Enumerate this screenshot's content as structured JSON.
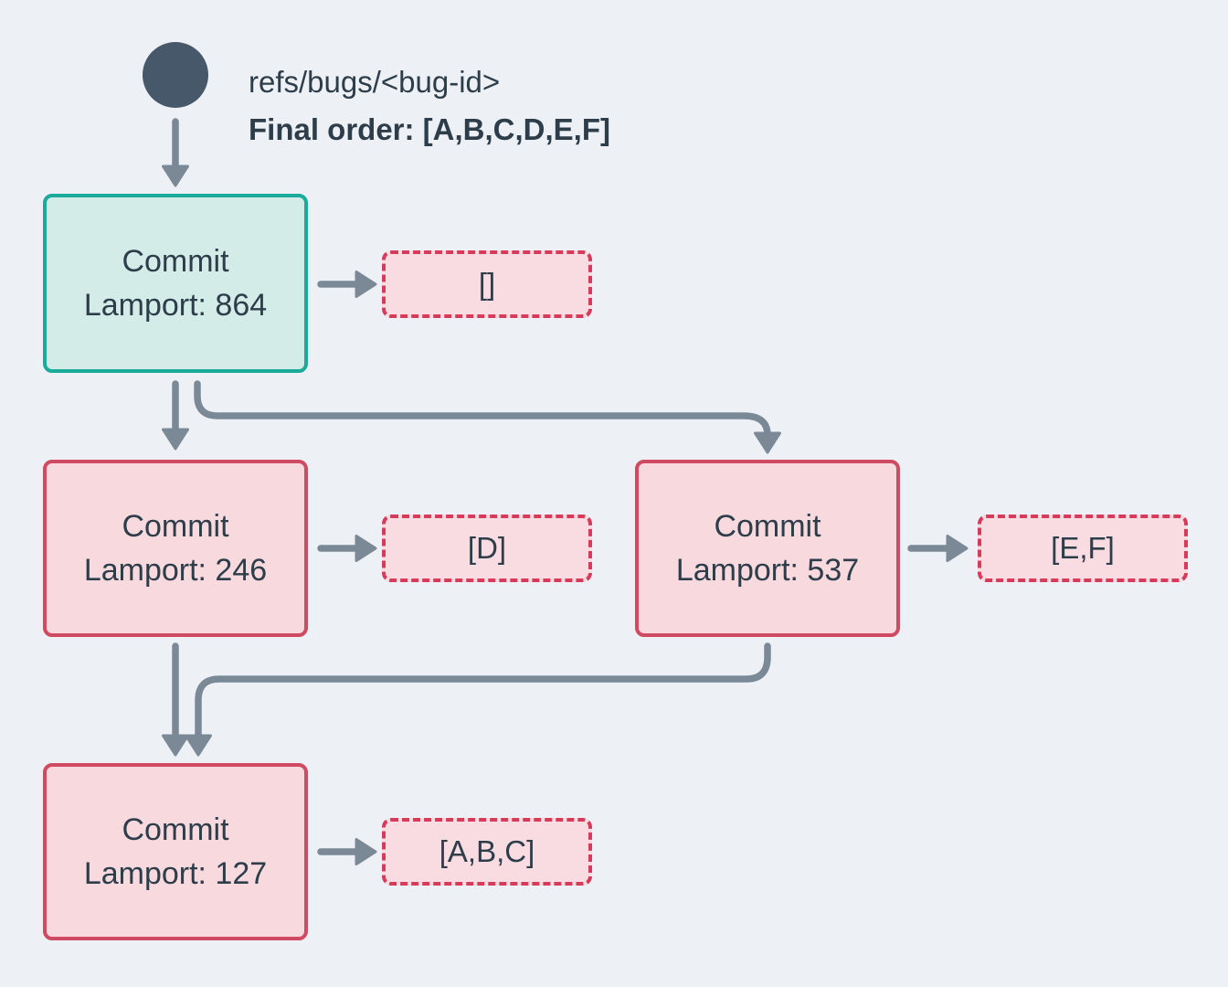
{
  "colors": {
    "background": "#EDF1F6",
    "node_dark": "#46586A",
    "text": "#2E3D4A",
    "edge": "#7B8997",
    "teal_border": "#1AAB9B",
    "teal_fill": "#D3ECE8",
    "red_border": "#D04A62",
    "red_dashed_border": "#D63B5B",
    "pink_fill": "#F7D9DE",
    "pink_dashed_fill": "#F9DCE1"
  },
  "header": {
    "ref_name": "refs/bugs/<bug-id>",
    "final_order": "Final order: [A,B,C,D,E,F]"
  },
  "nodes": {
    "root": {
      "title": "Commit",
      "lamport": "Lamport: 864",
      "operations": "[]"
    },
    "left": {
      "title": "Commit",
      "lamport": "Lamport: 246",
      "operations": "[D]"
    },
    "right": {
      "title": "Commit",
      "lamport": "Lamport: 537",
      "operations": "[E,F]"
    },
    "merge": {
      "title": "Commit",
      "lamport": "Lamport: 127",
      "operations": "[A,B,C]"
    }
  }
}
